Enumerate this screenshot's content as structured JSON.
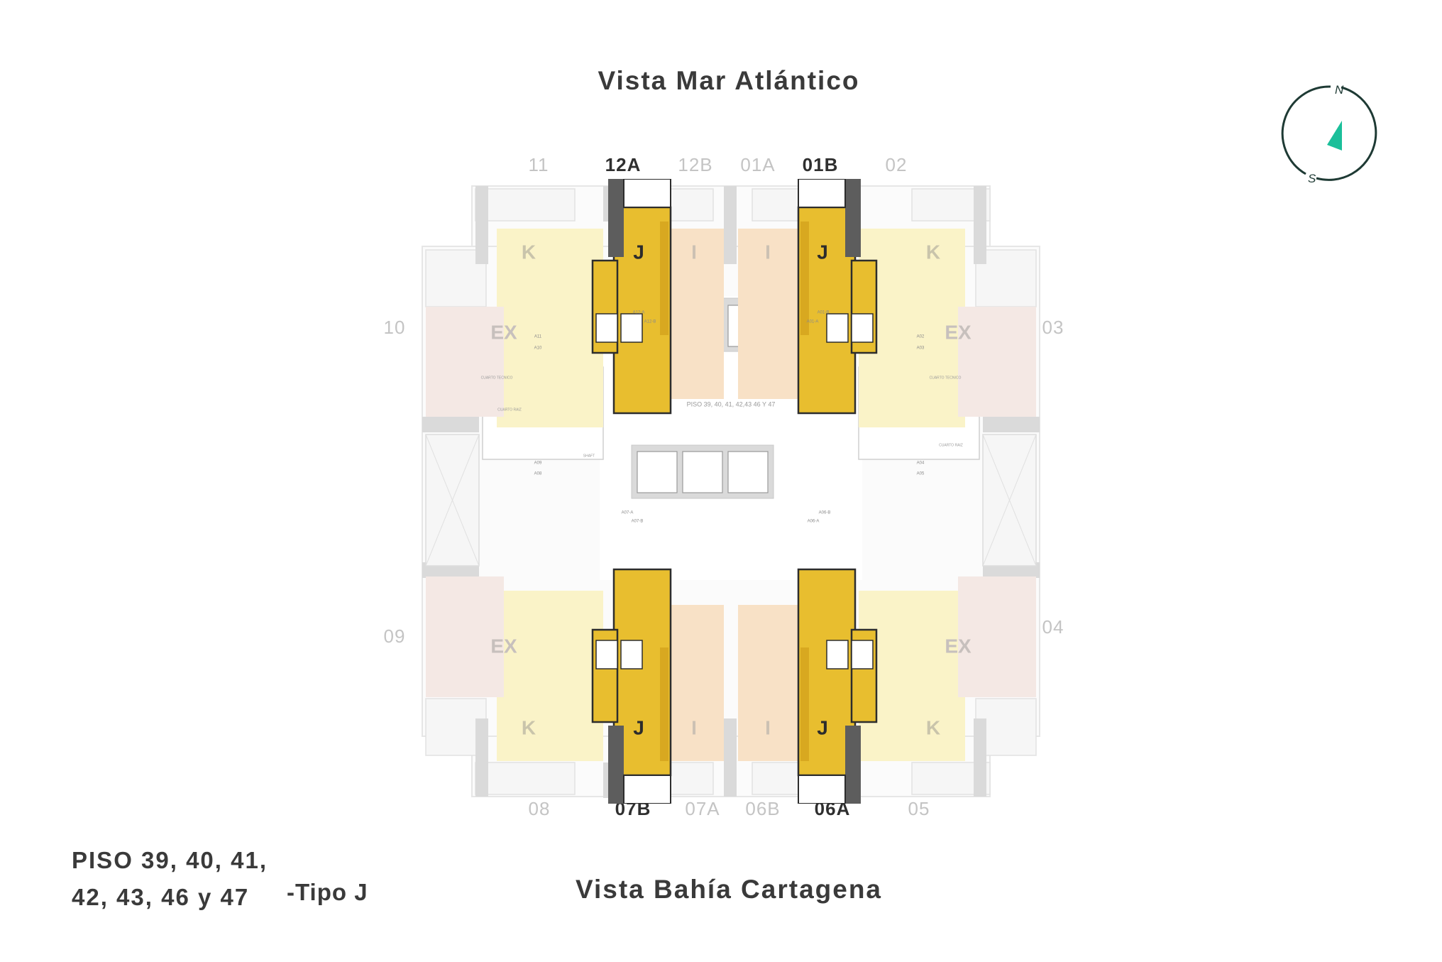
{
  "views": {
    "north": "Vista Mar Atlántico",
    "south": "Vista Bahía Cartagena"
  },
  "compass": {
    "north": "N",
    "south": "S",
    "arrow_color": "#1bbf9a",
    "ring_color": "#1e3a34"
  },
  "units": {
    "top": [
      "11",
      "12A",
      "12B",
      "01A",
      "01B",
      "02"
    ],
    "bottom": [
      "08",
      "07B",
      "07A",
      "06B",
      "06A",
      "05"
    ],
    "left": [
      "10",
      "09"
    ],
    "right": [
      "03",
      "04"
    ],
    "highlighted": [
      "12A",
      "01B",
      "07B",
      "06A"
    ]
  },
  "unit_types": {
    "highlight": "J",
    "k": "K",
    "i": "I",
    "ex": "EX"
  },
  "colors": {
    "type_j": "#e8be2f",
    "type_k": "#faf3c8",
    "type_i": "#f8e1c6",
    "type_ex": "#f4e8e4",
    "walls": "#dadada"
  },
  "plan_note": "PISO 39, 40, 41, 42,43 46 Y 47",
  "tech_labels": {
    "cuarto_tecnico": "CUARTO TECNICO",
    "cuarto_raiz": "CUARTO RAIZ",
    "shaft": "SHAFT"
  },
  "access_codes": {
    "a12a": "A12-A",
    "a12b": "A12-B",
    "a01b": "A01-B",
    "a01a": "A01-A",
    "a11": "A11",
    "a10": "A10",
    "a02": "A02",
    "a03": "A03",
    "a09": "A09",
    "a08": "A08",
    "a04": "A04",
    "a05": "A05",
    "a07a": "A07-A",
    "a07b": "A07-B",
    "a06b": "A06-B",
    "a06a": "A06-A"
  },
  "footer": {
    "floors_line1": "PISO 39, 40, 41,",
    "floors_line2": "42, 43, 46 y 47",
    "type": "-Tipo J"
  }
}
